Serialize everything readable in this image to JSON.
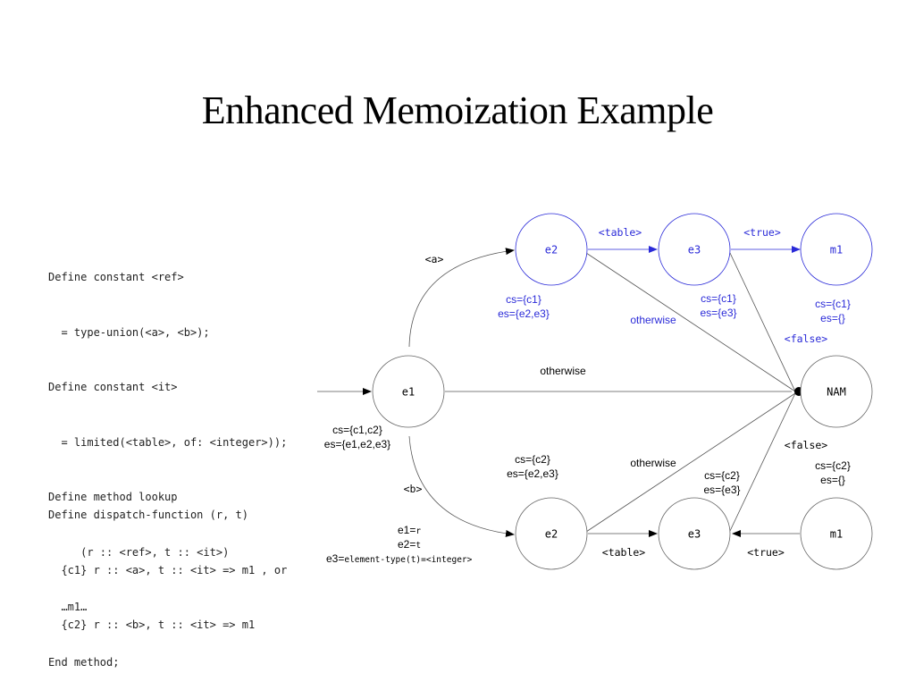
{
  "title": "Enhanced Memoization Example",
  "code_top": [
    "Define constant <ref>",
    "  = type-union(<a>, <b>);",
    "Define constant <it>",
    "  = limited(<table>, of: <integer>));",
    "Define method lookup",
    "     (r :: <ref>, t :: <it>)",
    "  …m1…",
    "End method;"
  ],
  "code_bottom": [
    "Define dispatch-function (r, t)",
    "  {c1} r :: <a>, t :: <it> => m1 , or",
    "  {c2} r :: <b>, t :: <it> => m1"
  ],
  "colors": {
    "upper_path": "#2a2ad8",
    "lower_path": "#000000",
    "node_stroke_lower": "#666666"
  },
  "nodes": {
    "e1": "e1",
    "e2_top": "e2",
    "e3_top": "e3",
    "m1_top": "m1",
    "nam": "NAM",
    "e2_bottom": "e2",
    "e3_bottom": "e3",
    "m1_bottom": "m1"
  },
  "edges": {
    "a": "<a>",
    "b": "<b>",
    "table_top": "<table>",
    "true_top": "<true>",
    "false_top": "<false>",
    "table_bottom": "<table>",
    "true_bottom": "<true>",
    "false_bottom": "<false>",
    "otherwise_top": "otherwise",
    "otherwise_mid": "otherwise",
    "otherwise_bottom": "otherwise"
  },
  "annotations": {
    "e1_cs": "cs={c1,c2}",
    "e1_es": "es={e1,e2,e3}",
    "e2_top_cs": "cs={c1}",
    "e2_top_es": "es={e2,e3}",
    "e3_top_cs": "cs={c1}",
    "e3_top_es": "es={e3}",
    "m1_top_cs": "cs={c1}",
    "m1_top_es": "es={}",
    "e2_bottom_cs": "cs={c2}",
    "e2_bottom_es": "es={e2,e3}",
    "e3_bottom_cs": "cs={c2}",
    "e3_bottom_es": "es={e3}",
    "m1_bottom_cs": "cs={c2}",
    "m1_bottom_es": "es={}"
  },
  "legend": {
    "e1_prefix": "e1=",
    "e1_value": "r",
    "e2_prefix": "e2=",
    "e2_value": "t",
    "e3_prefix": "e3=",
    "e3_value": "element-type(t)=<integer>"
  }
}
